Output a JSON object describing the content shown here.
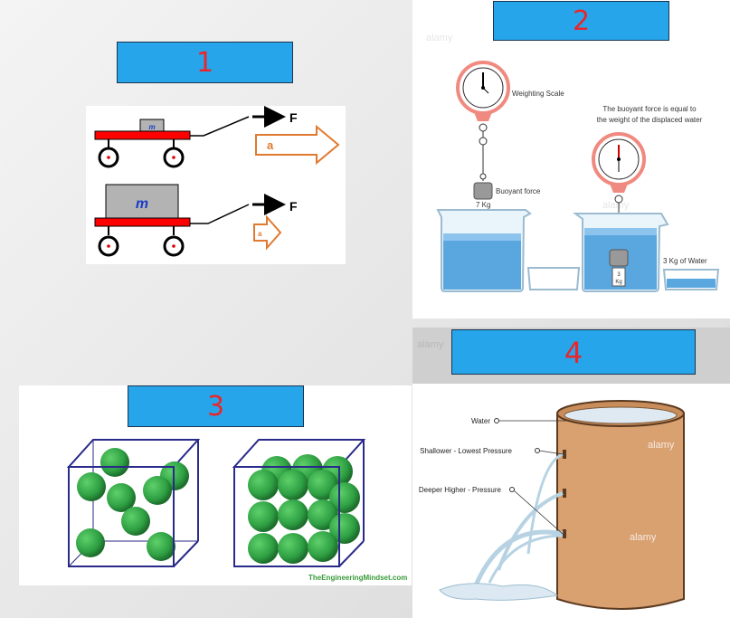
{
  "panels": [
    {
      "number": "1",
      "force_label": "F",
      "accel_label": "a",
      "mass_label": "m"
    },
    {
      "number": "2",
      "scale_label": "Weighting Scale",
      "note_line1": "The buoyant force is equal to",
      "note_line2": "the weight of the displaced water",
      "buoyant_label": "Buoyant force",
      "weight_label": "7 Kg",
      "water_label": "3 Kg of Water",
      "block_label1": "3",
      "block_label2": "Kg",
      "watermark": "alamy"
    },
    {
      "number": "3",
      "credit": "TheEngineeringMindset.com"
    },
    {
      "number": "4",
      "water": "Water",
      "shallow": "Shallower - Lowest Pressure",
      "deep": "Deeper Higher - Pressure",
      "watermark": "alamy"
    }
  ],
  "colors": {
    "box": "#27a5ea",
    "numeral": "#e8262b",
    "cart": "#ff0000",
    "sphere": "#2ea043",
    "cube": "#2a2a8a",
    "tank": "#d9a070"
  }
}
